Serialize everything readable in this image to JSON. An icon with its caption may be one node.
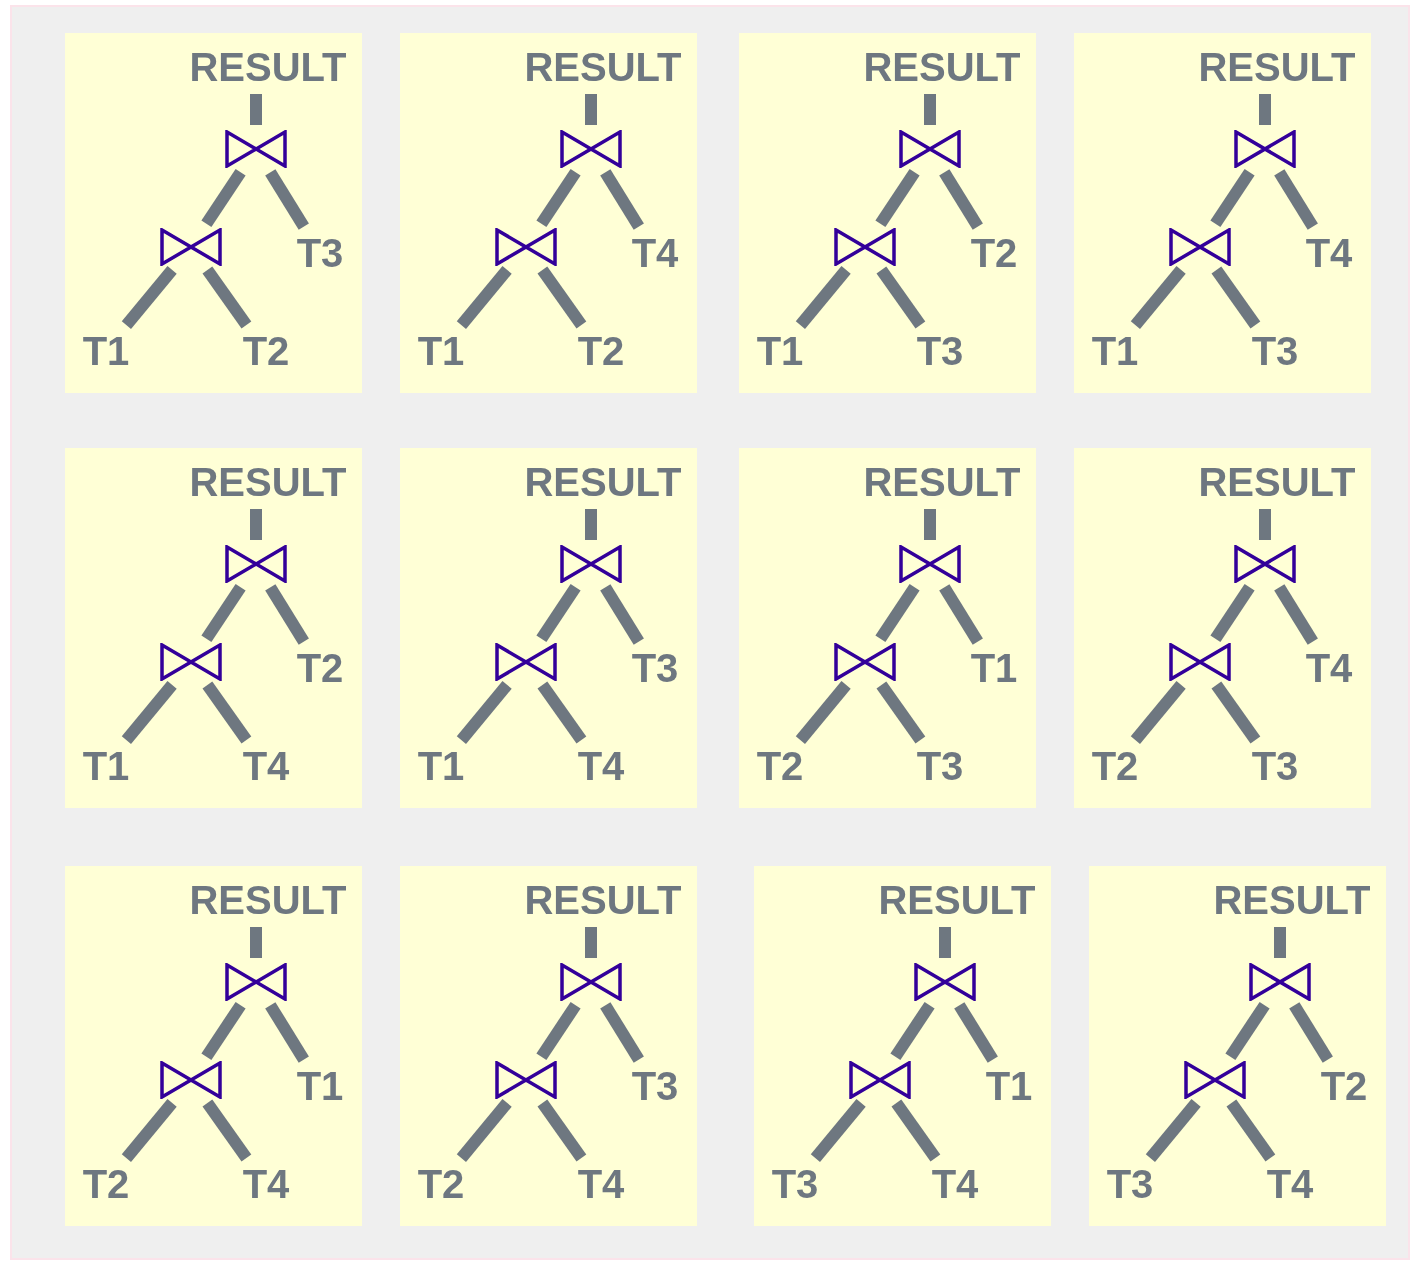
{
  "diagram": {
    "nodes": [
      {
        "text": [],
        "shape": "box"
      },
      {
        "text": [
          "RESULT"
        ],
        "in": 0
      },
      {
        "text": [],
        "shape": "bowtie",
        "in": 0
      },
      {
        "text": [],
        "shape": "bowtie",
        "in": 0
      },
      {
        "text": [
          "T3"
        ],
        "in": 0
      },
      {
        "text": [
          "T1"
        ],
        "in": 0
      },
      {
        "text": [
          "T2"
        ],
        "in": 0
      },
      {
        "text": [],
        "shape": "box"
      },
      {
        "text": [
          "RESULT"
        ],
        "in": 7
      },
      {
        "text": [],
        "shape": "bowtie",
        "in": 7
      },
      {
        "text": [],
        "shape": "bowtie",
        "in": 7
      },
      {
        "text": [
          "T4"
        ],
        "in": 7
      },
      {
        "text": [
          "T1"
        ],
        "in": 7
      },
      {
        "text": [
          "T2"
        ],
        "in": 7
      },
      {
        "text": [],
        "shape": "box"
      },
      {
        "text": [
          "RESULT"
        ],
        "in": 14
      },
      {
        "text": [],
        "shape": "bowtie",
        "in": 14
      },
      {
        "text": [],
        "shape": "bowtie",
        "in": 14
      },
      {
        "text": [
          "T2"
        ],
        "in": 14
      },
      {
        "text": [
          "T1"
        ],
        "in": 14
      },
      {
        "text": [
          "T3"
        ],
        "in": 14
      },
      {
        "text": [],
        "shape": "box"
      },
      {
        "text": [
          "RESULT"
        ],
        "in": 21
      },
      {
        "text": [],
        "shape": "bowtie",
        "in": 21
      },
      {
        "text": [],
        "shape": "bowtie",
        "in": 21
      },
      {
        "text": [
          "T4"
        ],
        "in": 21
      },
      {
        "text": [
          "T1"
        ],
        "in": 21
      },
      {
        "text": [
          "T3"
        ],
        "in": 21
      },
      {
        "text": [],
        "shape": "box"
      },
      {
        "text": [
          "RESULT"
        ],
        "in": 28
      },
      {
        "text": [],
        "shape": "bowtie",
        "in": 28
      },
      {
        "text": [],
        "shape": "bowtie",
        "in": 28
      },
      {
        "text": [
          "T2"
        ],
        "in": 28
      },
      {
        "text": [
          "T1"
        ],
        "in": 28
      },
      {
        "text": [
          "T4"
        ],
        "in": 28
      },
      {
        "text": [],
        "shape": "box"
      },
      {
        "text": [
          "RESULT"
        ],
        "in": 35
      },
      {
        "text": [],
        "shape": "bowtie",
        "in": 35
      },
      {
        "text": [],
        "shape": "bowtie",
        "in": 35
      },
      {
        "text": [
          "T3"
        ],
        "in": 35
      },
      {
        "text": [
          "T1"
        ],
        "in": 35
      },
      {
        "text": [
          "T4"
        ],
        "in": 35
      },
      {
        "text": [],
        "shape": "box"
      },
      {
        "text": [
          "RESULT"
        ],
        "in": 42
      },
      {
        "text": [],
        "shape": "bowtie",
        "in": 42
      },
      {
        "text": [],
        "shape": "bowtie",
        "in": 42
      },
      {
        "text": [
          "T1"
        ],
        "in": 42
      },
      {
        "text": [
          "T2"
        ],
        "in": 42
      },
      {
        "text": [
          "T3"
        ],
        "in": 42
      },
      {
        "text": [],
        "shape": "box"
      },
      {
        "text": [
          "RESULT"
        ],
        "in": 49
      },
      {
        "text": [],
        "shape": "bowtie",
        "in": 49
      },
      {
        "text": [],
        "shape": "bowtie",
        "in": 49
      },
      {
        "text": [
          "T4"
        ],
        "in": 49
      },
      {
        "text": [
          "T2"
        ],
        "in": 49
      },
      {
        "text": [
          "T3"
        ],
        "in": 49
      },
      {
        "text": [],
        "shape": "box"
      },
      {
        "text": [
          "RESULT"
        ],
        "in": 56
      },
      {
        "text": [],
        "shape": "bowtie",
        "in": 56
      },
      {
        "text": [],
        "shape": "bowtie",
        "in": 56
      },
      {
        "text": [
          "T1"
        ],
        "in": 56
      },
      {
        "text": [
          "T2"
        ],
        "in": 56
      },
      {
        "text": [
          "T4"
        ],
        "in": 56
      },
      {
        "text": [],
        "shape": "box"
      },
      {
        "text": [
          "RESULT"
        ],
        "in": 63
      },
      {
        "text": [],
        "shape": "bowtie",
        "in": 63
      },
      {
        "text": [],
        "shape": "bowtie",
        "in": 63
      },
      {
        "text": [
          "T3"
        ],
        "in": 63
      },
      {
        "text": [
          "T2"
        ],
        "in": 63
      },
      {
        "text": [
          "T4"
        ],
        "in": 63
      },
      {
        "text": [],
        "shape": "box"
      },
      {
        "text": [
          "RESULT"
        ],
        "in": 70
      },
      {
        "text": [],
        "shape": "bowtie",
        "in": 70
      },
      {
        "text": [],
        "shape": "bowtie",
        "in": 70
      },
      {
        "text": [
          "T1"
        ],
        "in": 70
      },
      {
        "text": [
          "T3"
        ],
        "in": 70
      },
      {
        "text": [
          "T4"
        ],
        "in": 70
      },
      {
        "text": [],
        "shape": "box"
      },
      {
        "text": [
          "RESULT"
        ],
        "in": 77
      },
      {
        "text": [],
        "shape": "bowtie",
        "in": 77
      },
      {
        "text": [],
        "shape": "bowtie",
        "in": 77
      },
      {
        "text": [
          "T2"
        ],
        "in": 77
      },
      {
        "text": [
          "T3"
        ],
        "in": 77
      },
      {
        "text": [
          "T4"
        ],
        "in": 77
      }
    ],
    "edges": [
      {
        "from": 1,
        "to": 2,
        "arrow": "none"
      },
      {
        "from": 2,
        "to": 3,
        "arrow": "none"
      },
      {
        "from": 2,
        "to": 4,
        "arrow": "none"
      },
      {
        "from": 3,
        "to": 5,
        "arrow": "none"
      },
      {
        "from": 3,
        "to": 6,
        "arrow": "none"
      },
      {
        "from": 8,
        "to": 9,
        "arrow": "none"
      },
      {
        "from": 9,
        "to": 10,
        "arrow": "none"
      },
      {
        "from": 9,
        "to": 11,
        "arrow": "none"
      },
      {
        "from": 10,
        "to": 12,
        "arrow": "none"
      },
      {
        "from": 10,
        "to": 13,
        "arrow": "none"
      },
      {
        "from": 15,
        "to": 16,
        "arrow": "none"
      },
      {
        "from": 16,
        "to": 17,
        "arrow": "none"
      },
      {
        "from": 16,
        "to": 18,
        "arrow": "none"
      },
      {
        "from": 17,
        "to": 19,
        "arrow": "none"
      },
      {
        "from": 17,
        "to": 20,
        "arrow": "none"
      },
      {
        "from": 22,
        "to": 23,
        "arrow": "none"
      },
      {
        "from": 23,
        "to": 24,
        "arrow": "none"
      },
      {
        "from": 23,
        "to": 25,
        "arrow": "none"
      },
      {
        "from": 24,
        "to": 26,
        "arrow": "none"
      },
      {
        "from": 24,
        "to": 27,
        "arrow": "none"
      },
      {
        "from": 29,
        "to": 30,
        "arrow": "none"
      },
      {
        "from": 30,
        "to": 31,
        "arrow": "none"
      },
      {
        "from": 30,
        "to": 32,
        "arrow": "none"
      },
      {
        "from": 31,
        "to": 33,
        "arrow": "none"
      },
      {
        "from": 31,
        "to": 34,
        "arrow": "none"
      },
      {
        "from": 36,
        "to": 37,
        "arrow": "none"
      },
      {
        "from": 37,
        "to": 38,
        "arrow": "none"
      },
      {
        "from": 37,
        "to": 39,
        "arrow": "none"
      },
      {
        "from": 38,
        "to": 40,
        "arrow": "none"
      },
      {
        "from": 38,
        "to": 41,
        "arrow": "none"
      },
      {
        "from": 43,
        "to": 44,
        "arrow": "none"
      },
      {
        "from": 44,
        "to": 45,
        "arrow": "none"
      },
      {
        "from": 44,
        "to": 46,
        "arrow": "none"
      },
      {
        "from": 45,
        "to": 47,
        "arrow": "none"
      },
      {
        "from": 45,
        "to": 48,
        "arrow": "none"
      },
      {
        "from": 50,
        "to": 51,
        "arrow": "none"
      },
      {
        "from": 51,
        "to": 52,
        "arrow": "none"
      },
      {
        "from": 51,
        "to": 53,
        "arrow": "none"
      },
      {
        "from": 52,
        "to": 54,
        "arrow": "none"
      },
      {
        "from": 52,
        "to": 55,
        "arrow": "none"
      },
      {
        "from": 57,
        "to": 58,
        "arrow": "none"
      },
      {
        "from": 58,
        "to": 59,
        "arrow": "none"
      },
      {
        "from": 58,
        "to": 60,
        "arrow": "none"
      },
      {
        "from": 59,
        "to": 61,
        "arrow": "none"
      },
      {
        "from": 59,
        "to": 62,
        "arrow": "none"
      },
      {
        "from": 64,
        "to": 65,
        "arrow": "none"
      },
      {
        "from": 65,
        "to": 66,
        "arrow": "none"
      },
      {
        "from": 65,
        "to": 67,
        "arrow": "none"
      },
      {
        "from": 66,
        "to": 68,
        "arrow": "none"
      },
      {
        "from": 66,
        "to": 69,
        "arrow": "none"
      },
      {
        "from": 71,
        "to": 72,
        "arrow": "none"
      },
      {
        "from": 72,
        "to": 73,
        "arrow": "none"
      },
      {
        "from": 72,
        "to": 74,
        "arrow": "none"
      },
      {
        "from": 73,
        "to": 75,
        "arrow": "none"
      },
      {
        "from": 73,
        "to": 76,
        "arrow": "none"
      },
      {
        "from": 78,
        "to": 79,
        "arrow": "none"
      },
      {
        "from": 79,
        "to": 80,
        "arrow": "none"
      },
      {
        "from": 79,
        "to": 81,
        "arrow": "none"
      },
      {
        "from": 80,
        "to": 82,
        "arrow": "none"
      },
      {
        "from": 80,
        "to": 83,
        "arrow": "none"
      }
    ]
  }
}
